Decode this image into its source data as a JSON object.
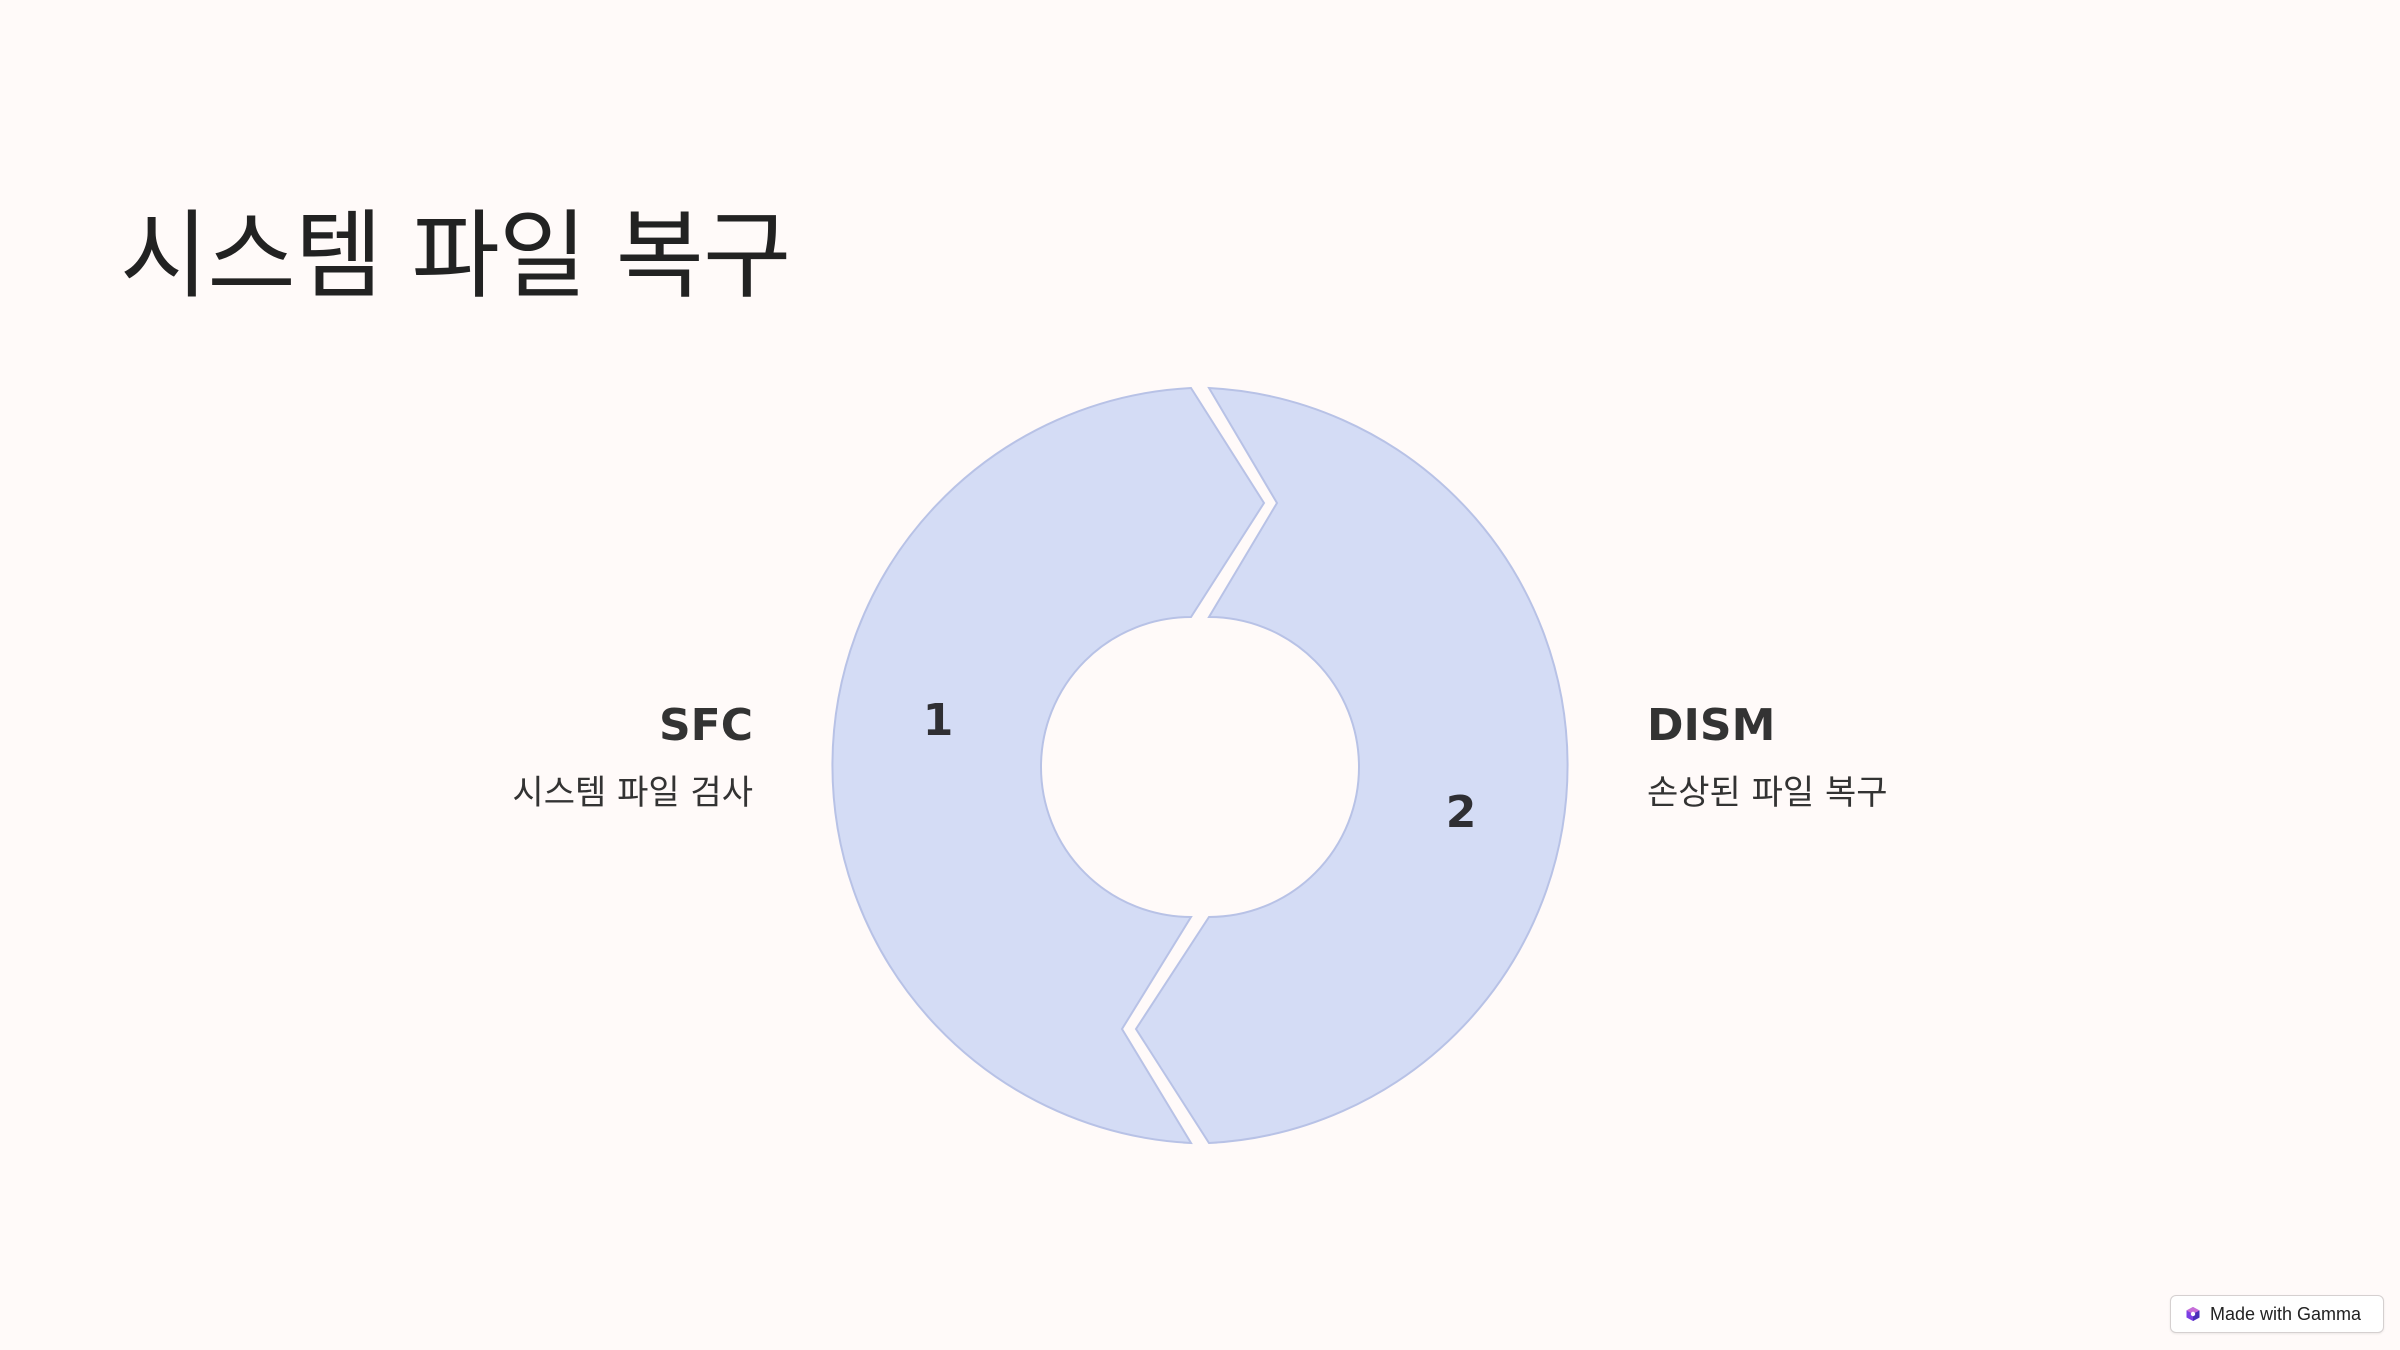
{
  "slide": {
    "title": "시스템 파일 복구"
  },
  "cycle": {
    "segments": [
      {
        "number": "1",
        "title": "SFC",
        "description": "시스템 파일 검사",
        "side": "left"
      },
      {
        "number": "2",
        "title": "DISM",
        "description": "손상된 파일 복구",
        "side": "right"
      }
    ],
    "colors": {
      "fill": "#d4dcf5",
      "stroke": "#b8c2e6"
    }
  },
  "badge": {
    "label": "Made with Gamma",
    "icon": "gamma-logo-icon"
  }
}
